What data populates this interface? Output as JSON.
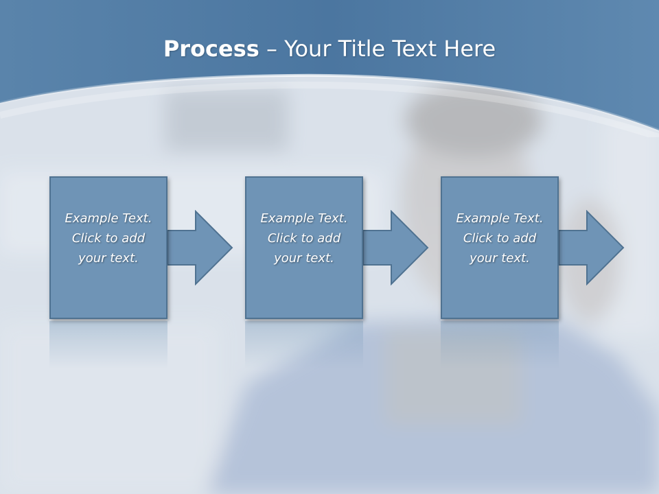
{
  "slide": {
    "title_bold": "Process",
    "title_rest": " – Your Title Text Here"
  },
  "steps": [
    {
      "line1": "Example Text.",
      "line2": "Click  to add",
      "line3": "your text."
    },
    {
      "line1": "Example Text.",
      "line2": "Click  to add",
      "line3": "your text."
    },
    {
      "line1": "Example Text.",
      "line2": "Click  to add",
      "line3": "your text."
    }
  ],
  "colors": {
    "header": "#4f7ba3",
    "box_fill": "#6f94b6",
    "box_border": "#4f7291",
    "arrow_fill": "#6f94b6"
  },
  "icons": [
    "arrow-right-icon"
  ]
}
